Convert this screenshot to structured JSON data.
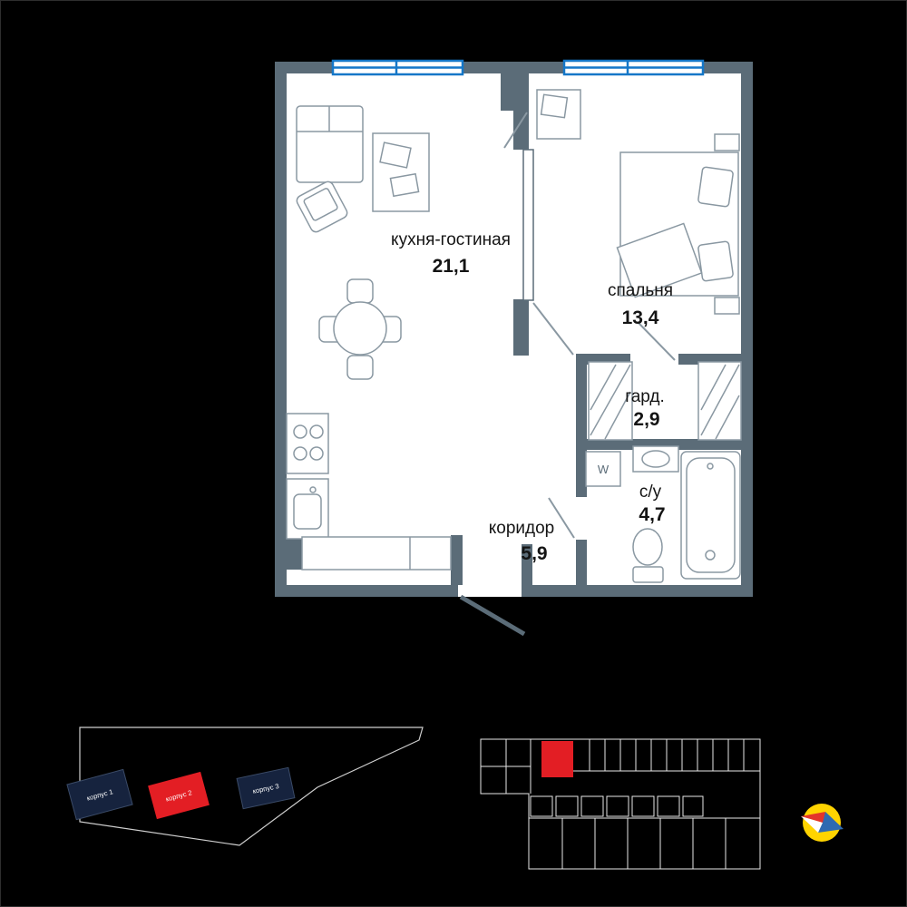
{
  "floor_plan": {
    "rooms": [
      {
        "id": "kitchen-living",
        "name": "кухня-гостиная",
        "area": "21,1"
      },
      {
        "id": "bedroom",
        "name": "спальня",
        "area": "13,4"
      },
      {
        "id": "wardrobe",
        "name": "гард.",
        "area": "2,9"
      },
      {
        "id": "bathroom",
        "name": "с/у",
        "area": "4,7"
      },
      {
        "id": "corridor",
        "name": "коридор",
        "area": "5,9"
      }
    ],
    "appliance_labels": {
      "washer": "W"
    }
  },
  "site_plan": {
    "buildings": [
      {
        "label": "корпус 1",
        "highlighted": false
      },
      {
        "label": "корпус 2",
        "highlighted": true
      },
      {
        "label": "корпус 3",
        "highlighted": false
      }
    ]
  },
  "floor_plate": {
    "highlighted_unit": "selected-apartment"
  },
  "colors": {
    "background": "#000000",
    "wall": "#5b6c78",
    "window_frame": "#1577c8",
    "highlight_red": "#e31e24",
    "building_navy": "#16233e",
    "compass_yellow": "#ffd400",
    "compass_blue": "#2e6ab1",
    "compass_red": "#e3342b",
    "outline_gray": "#cfcfcf",
    "furniture_gray": "#8a98a2",
    "text_dark": "#141414"
  }
}
